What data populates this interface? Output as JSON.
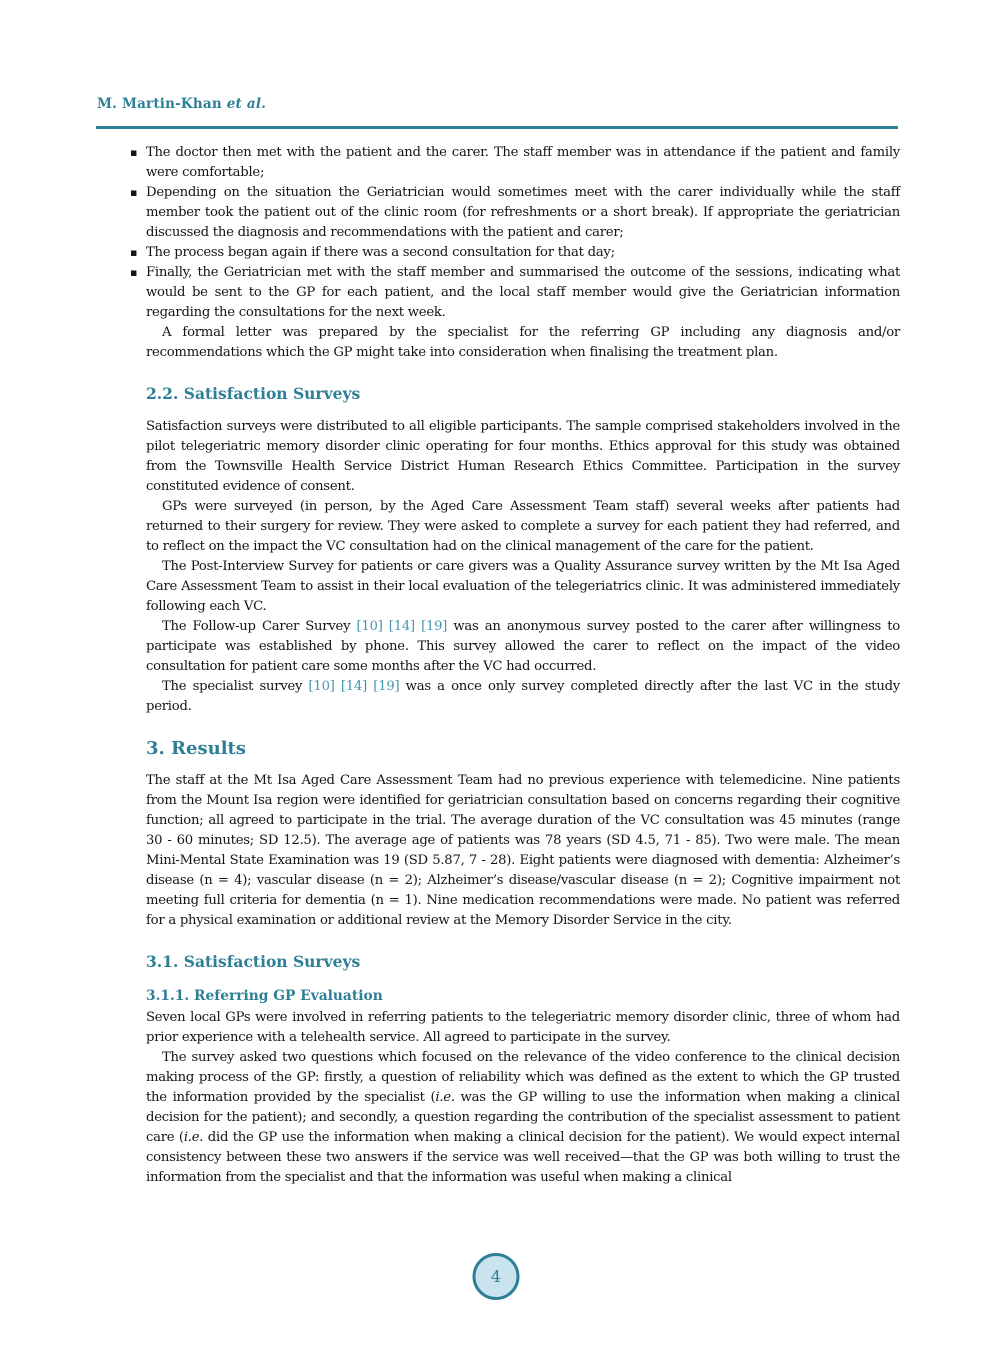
{
  "header": {
    "author": "M. Martin-Khan",
    "author_suffix": "et al."
  },
  "colors": {
    "accent": "#2d7f96",
    "citation": "#4595ac",
    "badge_fill": "#c9e4ee"
  },
  "bullets": [
    "The doctor then met with the patient and the carer. The staff member was in attendance if the patient and family were comfortable;",
    "Depending on the situation the Geriatrician would sometimes meet with the carer individually while the staff member took the patient out of the clinic room (for refreshments or a short break). If appropriate the geriatrician discussed the diagnosis and recommendations with the patient and carer;",
    "The process began again if there was a second consultation for that day;",
    "Finally, the Geriatrician met with the staff member and summarised the outcome of the sessions, indicating what would be sent to the GP for each patient, and the local staff member would give the Geriatrician information regarding the consultations for the next week."
  ],
  "formal_letter_para": "A formal letter was prepared by the specialist for the referring GP including any diagnosis and/or recommendations which the GP might take into consideration when finalising the treatment plan.",
  "sec22": {
    "title": "2.2. Satisfaction Surveys",
    "p1": "Satisfaction surveys were distributed to all eligible participants. The sample comprised stakeholders involved in the pilot telegeriatric memory disorder clinic operating for four months. Ethics approval for this study was obtained from the Townsville Health Service District Human Research Ethics Committee. Participation in the survey constituted evidence of consent.",
    "p2": "GPs were surveyed (in person, by the Aged Care Assessment Team staff) several weeks after patients had returned to their surgery for review. They were asked to complete a survey for each patient they had referred, and to reflect on the impact the VC consultation had on the clinical management of the care for the patient.",
    "p3": "The Post-Interview Survey for patients or care givers was a Quality Assurance survey written by the Mt Isa Aged Care Assessment Team to assist in their local evaluation of the telegeriatrics clinic. It was administered immediately following each VC.",
    "p4_pre": "The Follow-up Carer Survey ",
    "p4_cites": "[10] [14] [19]",
    "p4_post": " was an anonymous survey posted to the carer after willingness to participate was established by phone. This survey allowed the carer to reflect on the impact of the video consultation for patient care some months after the VC had occurred.",
    "p5_pre": "The specialist survey ",
    "p5_cites": "[10] [14] [19]",
    "p5_post": " was a once only survey completed directly after the last VC in the study period."
  },
  "sec3": {
    "title": "3. Results",
    "p1": "The staff at the Mt Isa Aged Care Assessment Team had no previous experience with telemedicine. Nine patients from the Mount Isa region were identified for geriatrician consultation based on concerns regarding their cognitive function; all agreed to participate in the trial. The average duration of the VC consultation was 45 minutes (range 30 - 60 minutes; SD 12.5). The average age of patients was 78 years (SD 4.5, 71 - 85). Two were male. The mean Mini-Mental State Examination was 19 (SD 5.87, 7 - 28). Eight patients were diagnosed with dementia: Alzheimer’s disease (n = 4); vascular disease (n = 2); Alzheimer’s disease/vascular disease (n = 2); Cognitive impairment not meeting full criteria for dementia (n = 1). Nine medication recommendations were made. No patient was referred for a physical examination or additional review at the Memory Disorder Service in the city."
  },
  "sec31": {
    "title": "3.1. Satisfaction Surveys"
  },
  "sec311": {
    "title": "3.1.1. Referring GP Evaluation",
    "p1": "Seven local GPs were involved in referring patients to the telegeriatric memory disorder clinic, three of whom had prior experience with a telehealth service. All agreed to participate in the survey.",
    "p2_r1": "The survey asked two questions which focused on the relevance of the video conference to the clinical decision making process of the GP: firstly, a question of reliability which was defined as the extent to which the GP trusted the information provided by the specialist (",
    "p2_i1": "i.e.",
    "p2_r2": " was the GP willing to use the information when making a clinical decision for the patient); and secondly, a question regarding the contribution of the specialist assessment to patient care (",
    "p2_i2": "i.e.",
    "p2_r3": " did the GP use the information when making a clinical decision for the patient). We would expect internal consistency between these two answers if the service was well received—that the GP was both willing to trust the information from the specialist and that the information was useful when making a clinical"
  },
  "footer": {
    "page_number": "4"
  }
}
